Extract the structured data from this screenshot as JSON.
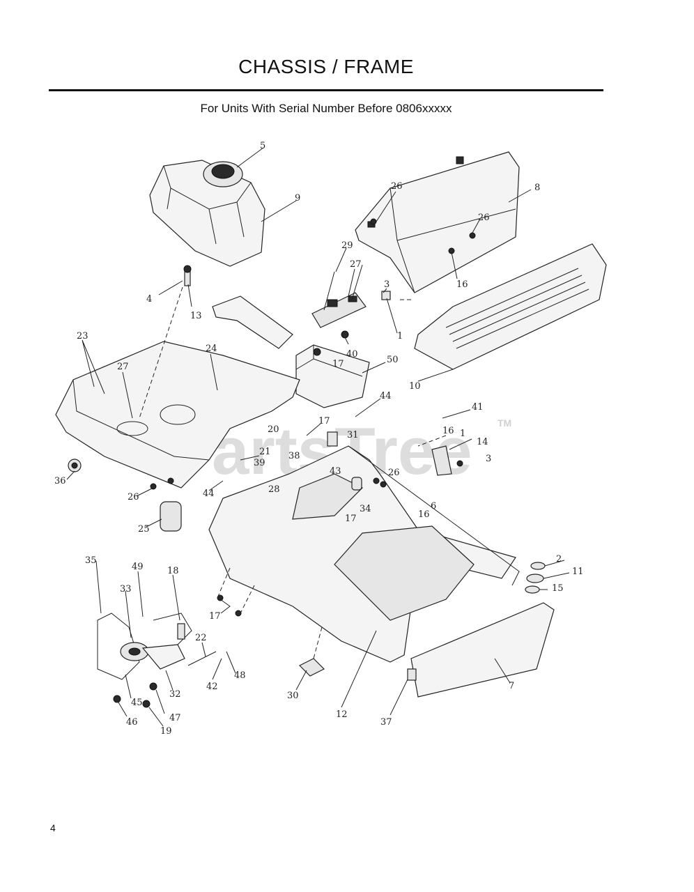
{
  "header": {
    "title": "CHASSIS / FRAME",
    "subtitle": "For Units With Serial Number Before 0806xxxxx"
  },
  "watermark": {
    "text": "PartsTree",
    "trademark": "TM"
  },
  "footer": {
    "page_number": "4"
  },
  "callouts": [
    "5",
    "9",
    "4",
    "13",
    "26",
    "8",
    "26",
    "29",
    "27",
    "3",
    "16",
    "1",
    "23",
    "24",
    "27",
    "40",
    "17",
    "50",
    "10",
    "44",
    "41",
    "17",
    "20",
    "31",
    "16",
    "1",
    "14",
    "3",
    "21",
    "39",
    "38",
    "43",
    "26",
    "36",
    "26",
    "44",
    "28",
    "6",
    "34",
    "17",
    "16",
    "25",
    "2",
    "11",
    "15",
    "35",
    "49",
    "18",
    "33",
    "22",
    "17",
    "48",
    "42",
    "30",
    "12",
    "7",
    "45",
    "32",
    "47",
    "46",
    "19",
    "37"
  ]
}
